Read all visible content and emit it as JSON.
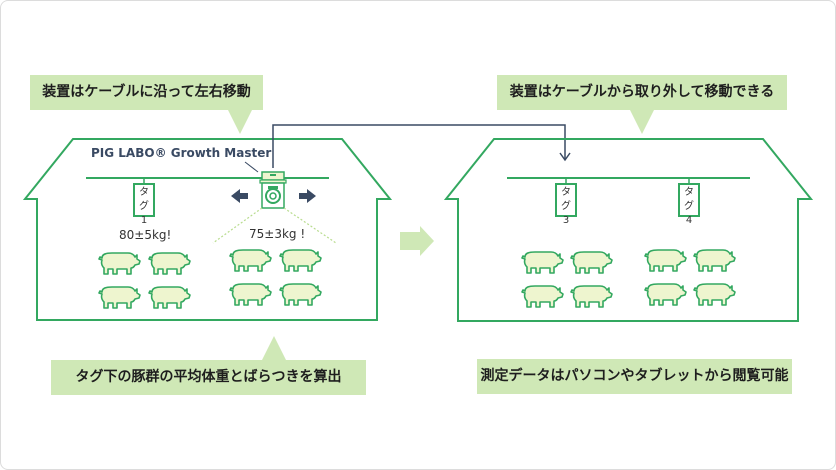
{
  "callouts": {
    "top_left": "装置はケーブルに沿って左右移動",
    "bottom_left": "タグ下の豚群の平均体重とばらつきを算出",
    "top_right": "装置はケーブルから取り外して移動できる",
    "bottom_right": "測定データはパソコンやタブレットから閲覧可能"
  },
  "product_name": "PIG LABO® Growth Master",
  "tags": [
    {
      "label": "タグ",
      "number": "1"
    },
    {
      "label": "タグ",
      "number": "3"
    },
    {
      "label": "タグ",
      "number": "4"
    }
  ],
  "weights": {
    "group1": "80±5kg!",
    "group2": "75±3kg !"
  },
  "colors": {
    "house_outline": "#33a860",
    "callout_bg": "#cfe8b6",
    "pig_fill": "#eef5cf",
    "arrow_dark": "#3a4a63",
    "transition_arrow": "#cfe8b6"
  }
}
